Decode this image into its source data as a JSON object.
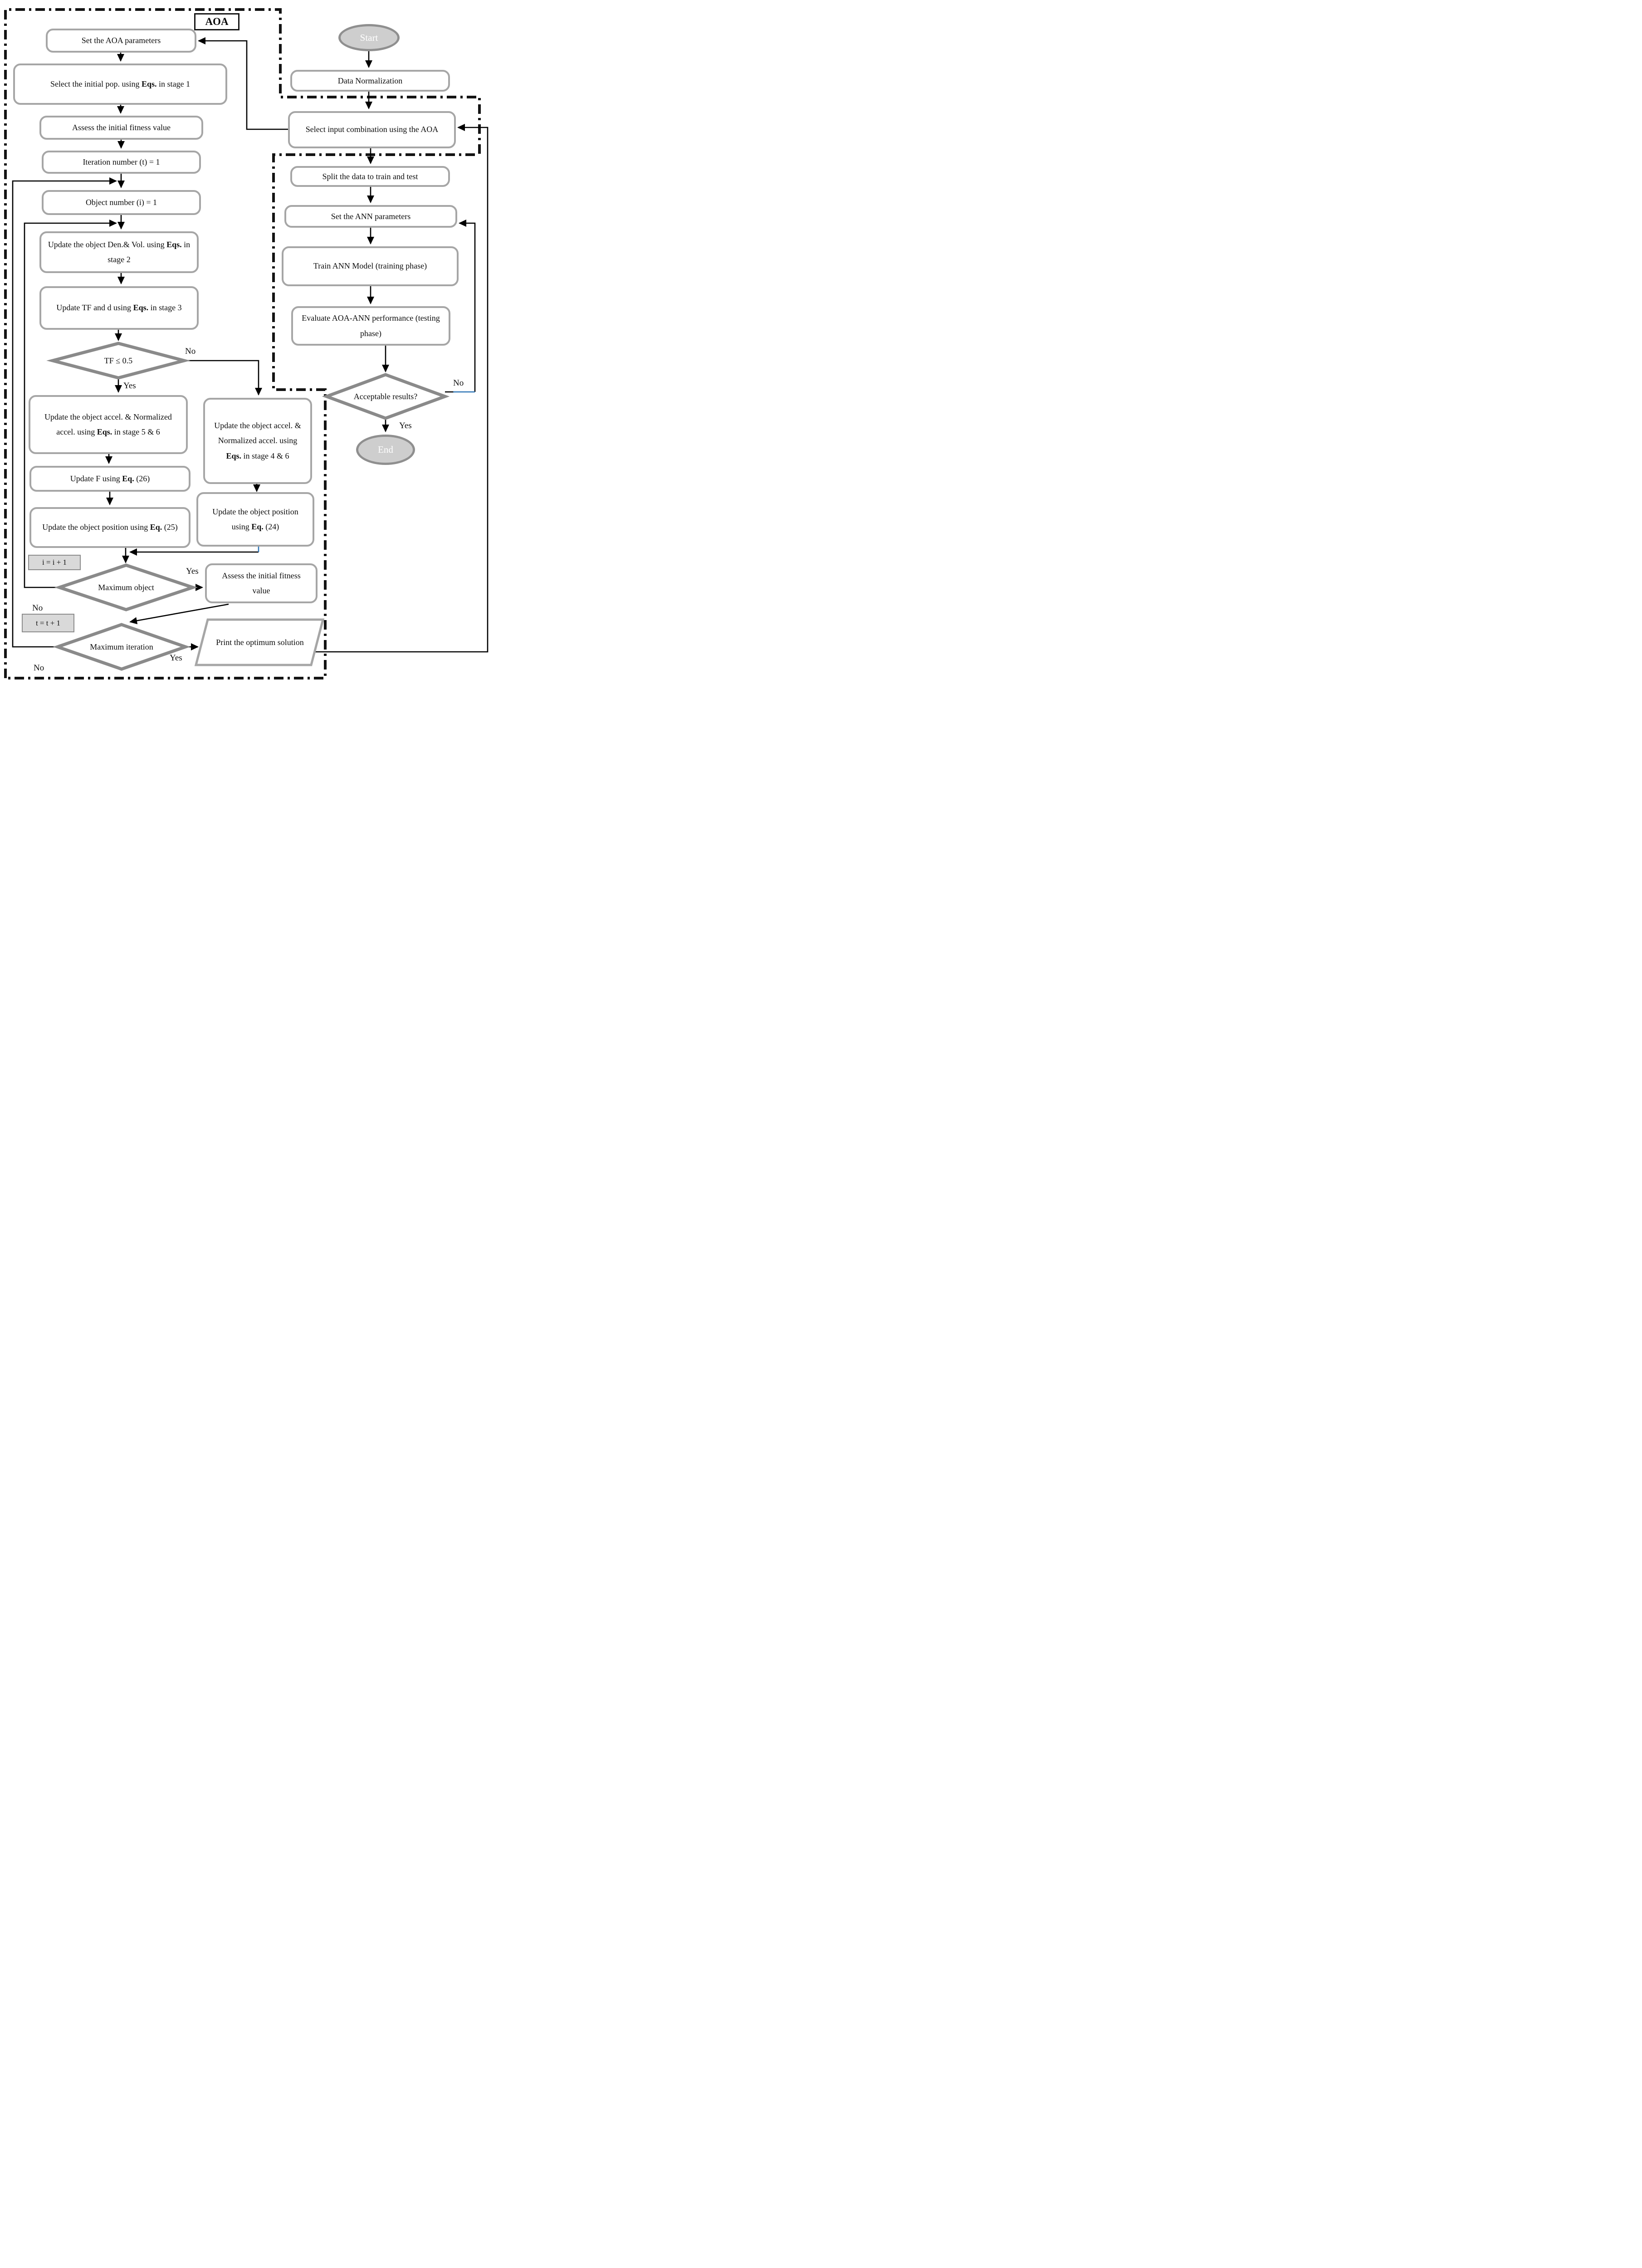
{
  "frame_label": "AOA",
  "colors": {
    "accent_blue": "#2e75b6",
    "box_border": "#a6a6a6",
    "diamond_border": "#8a8a8a",
    "terminal_fill": "#cecece",
    "counter_fill": "#d9d9d9"
  },
  "nodes": {
    "set_params": {
      "parts": [
        {
          "t": "Set the AOA parameters"
        }
      ]
    },
    "select_pop": {
      "parts": [
        {
          "t": "Select the initial pop. using "
        },
        {
          "t": "Eqs.",
          "b": true
        },
        {
          "t": " in stage 1"
        }
      ]
    },
    "assess_initial": {
      "parts": [
        {
          "t": "Assess the initial fitness value"
        }
      ]
    },
    "iteration": {
      "parts": [
        {
          "t": "Iteration number (t) = 1"
        }
      ]
    },
    "object_num": {
      "parts": [
        {
          "t": "Object number (i) = 1"
        }
      ]
    },
    "update_denvol": {
      "parts": [
        {
          "t": "Update the object Den.& Vol. using "
        },
        {
          "t": "Eqs.",
          "b": true
        },
        {
          "t": " in stage 2"
        }
      ]
    },
    "update_tf": {
      "parts": [
        {
          "t": "Update TF and d using "
        },
        {
          "t": "Eqs.",
          "b": true
        },
        {
          "t": " in stage 3"
        }
      ]
    },
    "tf_decision": {
      "label": "TF ≤ 0.5"
    },
    "stage56": {
      "parts": [
        {
          "t": "Update the object accel. & Normalized accel. using "
        },
        {
          "t": "Eqs.",
          "b": true
        },
        {
          "t": " in stage 5 & 6"
        }
      ]
    },
    "update_f": {
      "parts": [
        {
          "t": "Update F using "
        },
        {
          "t": "Eq.",
          "b": true
        },
        {
          "t": " (26)"
        }
      ]
    },
    "update_pos25": {
      "parts": [
        {
          "t": "Update the object position using "
        },
        {
          "t": "Eq.",
          "b": true
        },
        {
          "t": " (25)"
        }
      ]
    },
    "stage46": {
      "parts": [
        {
          "t": "Update the object accel. & Normalized accel. using "
        },
        {
          "t": "Eqs.",
          "b": true
        },
        {
          "t": " in stage 4 & 6"
        }
      ]
    },
    "update_pos24": {
      "parts": [
        {
          "t": "Update the object position using "
        },
        {
          "t": "Eq.",
          "b": true
        },
        {
          "t": " (24)"
        }
      ]
    },
    "i_counter": {
      "label": "i = i + 1"
    },
    "max_object": {
      "label": "Maximum object"
    },
    "assess_fitness2": {
      "parts": [
        {
          "t": "Assess the initial fitness value"
        }
      ]
    },
    "t_counter": {
      "label": "t = t + 1"
    },
    "max_iteration": {
      "label": "Maximum iteration"
    },
    "print_solution": {
      "parts": [
        {
          "t": "Print the optimum solution"
        }
      ]
    },
    "start": {
      "label": "Start"
    },
    "data_norm": {
      "parts": [
        {
          "t": "Data Normalization"
        }
      ]
    },
    "select_input": {
      "parts": [
        {
          "t": "Select input combination using the AOA"
        }
      ]
    },
    "split_data": {
      "parts": [
        {
          "t": "Split the data to train and test"
        }
      ]
    },
    "set_ann": {
      "parts": [
        {
          "t": "Set the ANN parameters"
        }
      ]
    },
    "train_ann": {
      "parts": [
        {
          "t": "Train ANN Model (training phase)"
        }
      ]
    },
    "evaluate": {
      "parts": [
        {
          "t": "Evaluate AOA-ANN performance (testing phase)"
        }
      ]
    },
    "acceptable": {
      "label": "Acceptable results?"
    },
    "end": {
      "label": "End"
    }
  },
  "edge_labels": {
    "tf_no": "No",
    "tf_yes": "Yes",
    "maxobj_yes": "Yes",
    "maxobj_no": "No",
    "maxiter_yes": "Yes",
    "maxiter_no": "No",
    "accept_no": "No",
    "accept_yes": "Yes"
  }
}
